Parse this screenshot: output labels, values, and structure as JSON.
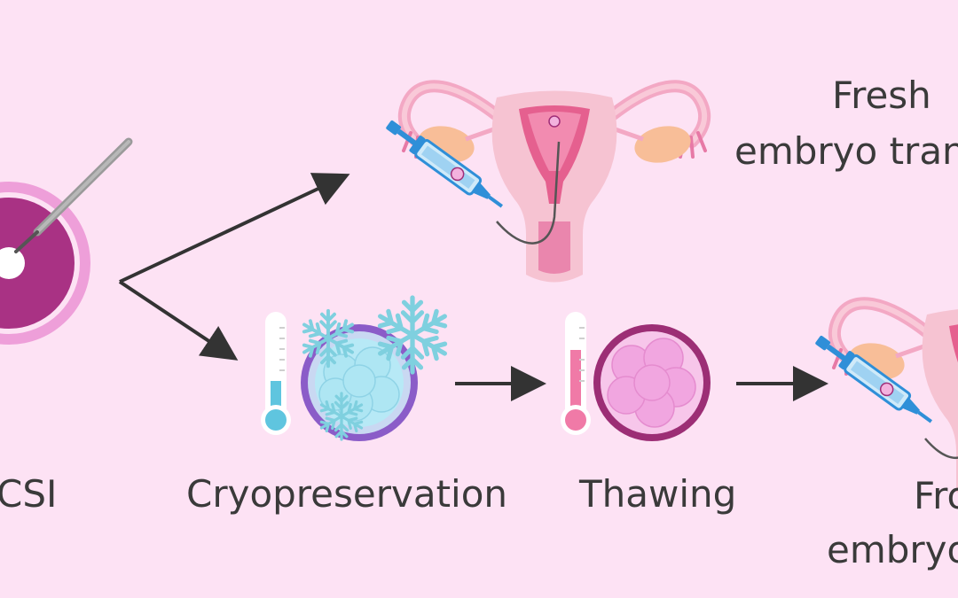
{
  "labels": {
    "icsi": "CSI",
    "cryopreservation": "Cryopreservation",
    "thawing": "Thawing",
    "fresh_transfer_line1": "Fresh",
    "fresh_transfer_line2": "embryo tran",
    "frozen_transfer_line1": "Fro",
    "frozen_transfer_line2": "embryo"
  },
  "colors": {
    "background": "#fde2f4",
    "text": "#3a3a3a",
    "arrow": "#333333",
    "icsi_dish_outer": "#ee9fd9",
    "icsi_dish_inner": "#a93284",
    "frozen_embryo_ring": "#8b5cc8",
    "frozen_embryo_cells": "#aee6f3",
    "snowflake": "#7fd0df",
    "thawed_embryo_ring": "#9c2e75",
    "thawed_embryo_cells": "#f1a6e0",
    "uterus_outer": "#f6c3d2",
    "uterus_inner": "#e5608f",
    "ovary": "#f8be98",
    "syringe": "#2f8fd8",
    "thermometer_cold": "#5fc5df",
    "thermometer_warm": "#f07aa7"
  }
}
